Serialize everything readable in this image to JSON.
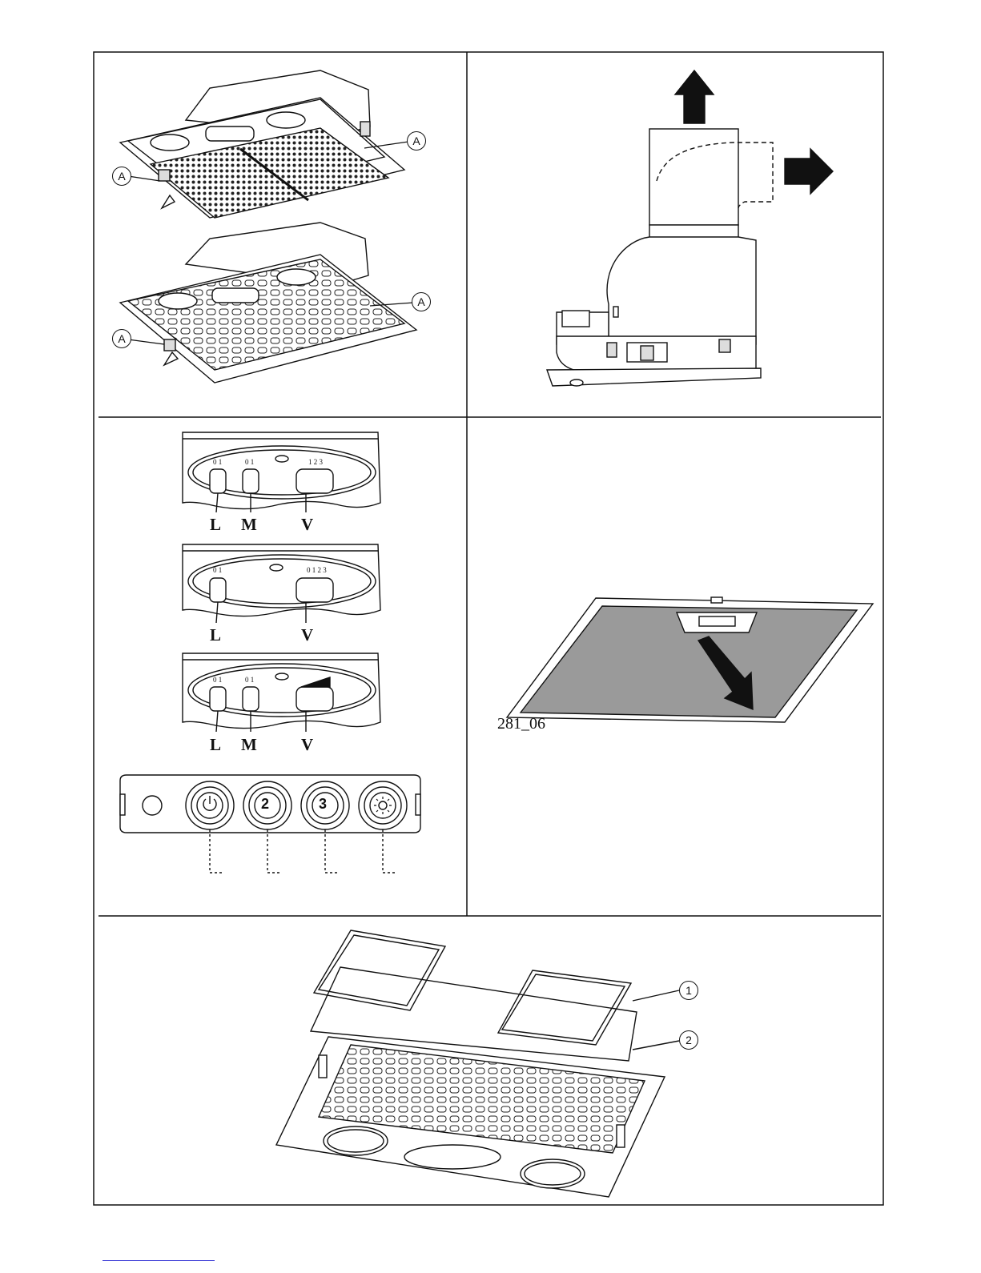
{
  "figure_1": {
    "callout": "A"
  },
  "figure_3": {
    "panel_1": {
      "left_marks": "0 1",
      "mid_marks": "0 1",
      "speed_marks": "1 2 3",
      "labels": [
        "L",
        "M",
        "V"
      ]
    },
    "panel_2": {
      "left_marks": "0 1",
      "speed_marks": "0 1 2 3",
      "labels": [
        "L",
        "V"
      ]
    },
    "panel_3": {
      "left_marks": "0 1",
      "mid_marks": "0 1",
      "labels": [
        "L",
        "M",
        "V"
      ]
    },
    "button_strip": {
      "buttons": [
        "power-icon",
        "2",
        "3",
        "light-icon"
      ]
    }
  },
  "figure_4": {
    "reference": "281_06"
  },
  "figure_5": {
    "callouts": [
      "1",
      "2"
    ]
  },
  "colors": {
    "ink": "#111111",
    "filter_grey": "#9a9a9a",
    "footer_link": "#3b3bd6"
  }
}
